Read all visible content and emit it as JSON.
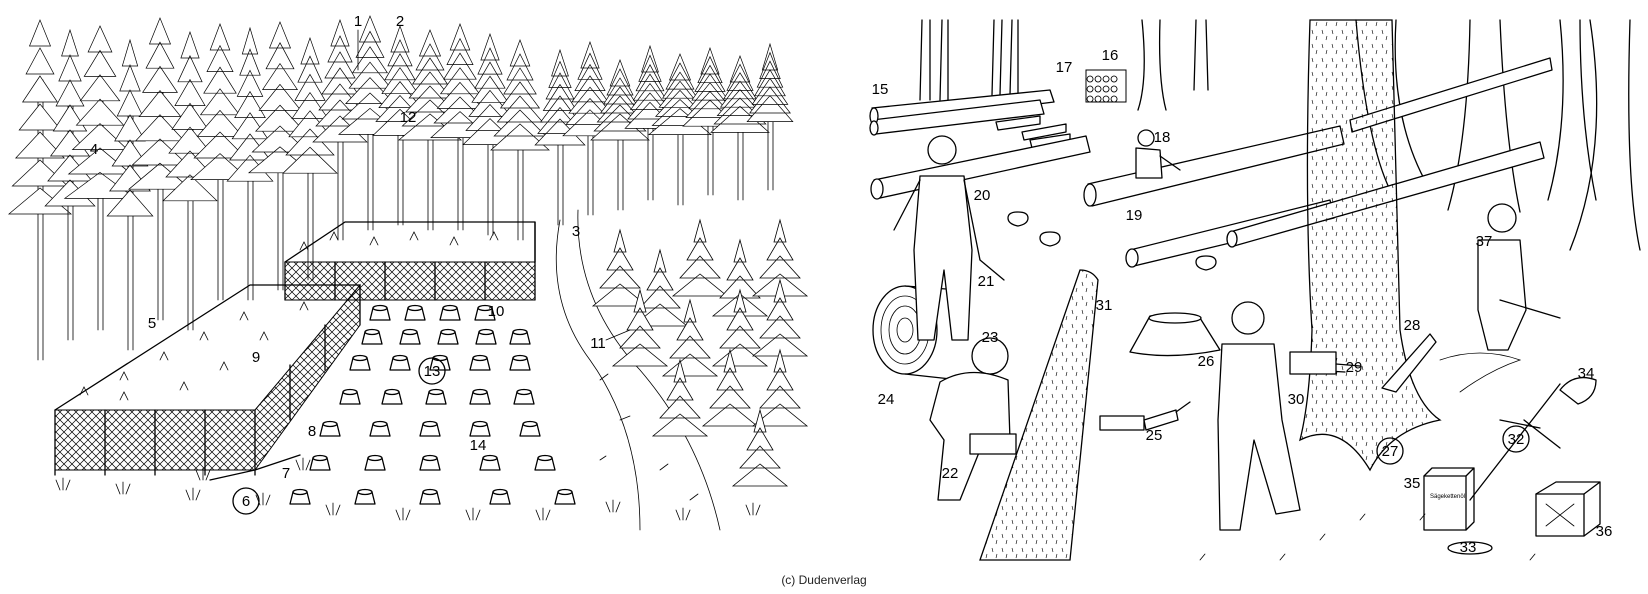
{
  "labels": [
    "1",
    "2",
    "3",
    "4",
    "5",
    "6",
    "7",
    "8",
    "9",
    "10",
    "11",
    "12",
    "13",
    "14",
    "15",
    "16",
    "17",
    "18",
    "19",
    "20",
    "21",
    "22",
    "23",
    "24",
    "25",
    "26",
    "27",
    "28",
    "29",
    "30",
    "31",
    "32",
    "33",
    "34",
    "35",
    "36",
    "37"
  ],
  "circled_labels": [
    "6",
    "13",
    "27",
    "32"
  ],
  "can_text": "Sägekettenöl",
  "footer": {
    "copyright": "(c) Dudenverlag"
  }
}
